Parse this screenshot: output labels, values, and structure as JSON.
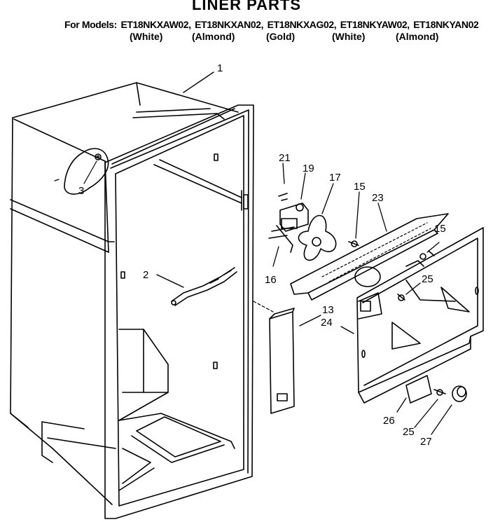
{
  "header": {
    "title": "LINER PARTS",
    "models_prefix": "For Models:",
    "models": [
      "ET18NKXAW02,",
      "ET18NKXAN02,",
      "ET18NKXAG02,",
      "ET18NKYAW02,",
      "ET18NKYAN02"
    ],
    "colors": [
      "(White)",
      "(Almond)",
      "(Gold)",
      "(White)",
      "(Almond)"
    ]
  },
  "callouts": [
    "1",
    "2",
    "3",
    "13",
    "15",
    "15",
    "16",
    "17",
    "19",
    "21",
    "23",
    "24",
    "25",
    "25",
    "26",
    "27"
  ]
}
